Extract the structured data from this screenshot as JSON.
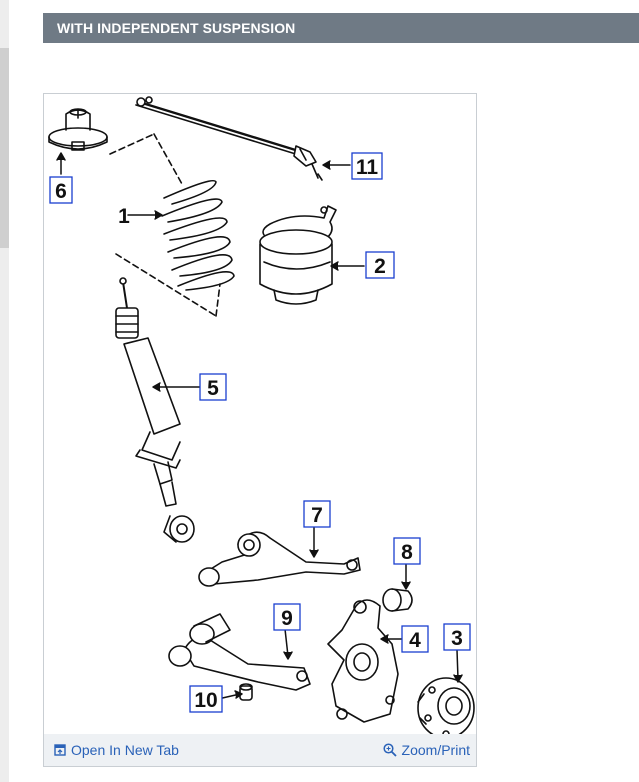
{
  "section": {
    "title": "WITH INDEPENDENT SUSPENSION"
  },
  "diagram": {
    "callouts": [
      {
        "id": "c1",
        "label": "1"
      },
      {
        "id": "c2",
        "label": "2"
      },
      {
        "id": "c3",
        "label": "3"
      },
      {
        "id": "c4",
        "label": "4"
      },
      {
        "id": "c5",
        "label": "5"
      },
      {
        "id": "c6",
        "label": "6"
      },
      {
        "id": "c7",
        "label": "7"
      },
      {
        "id": "c8",
        "label": "8"
      },
      {
        "id": "c9",
        "label": "9"
      },
      {
        "id": "c10",
        "label": "10"
      },
      {
        "id": "c11",
        "label": "11"
      }
    ]
  },
  "footer": {
    "open_label": "Open In New Tab",
    "zoom_label": "Zoom/Print",
    "open_icon": "open-new-tab-icon",
    "zoom_icon": "zoom-icon",
    "link_color": "#2a62b8"
  },
  "colors": {
    "header_bg": "#6f7a85",
    "callout_border": "#1a3fd0"
  }
}
